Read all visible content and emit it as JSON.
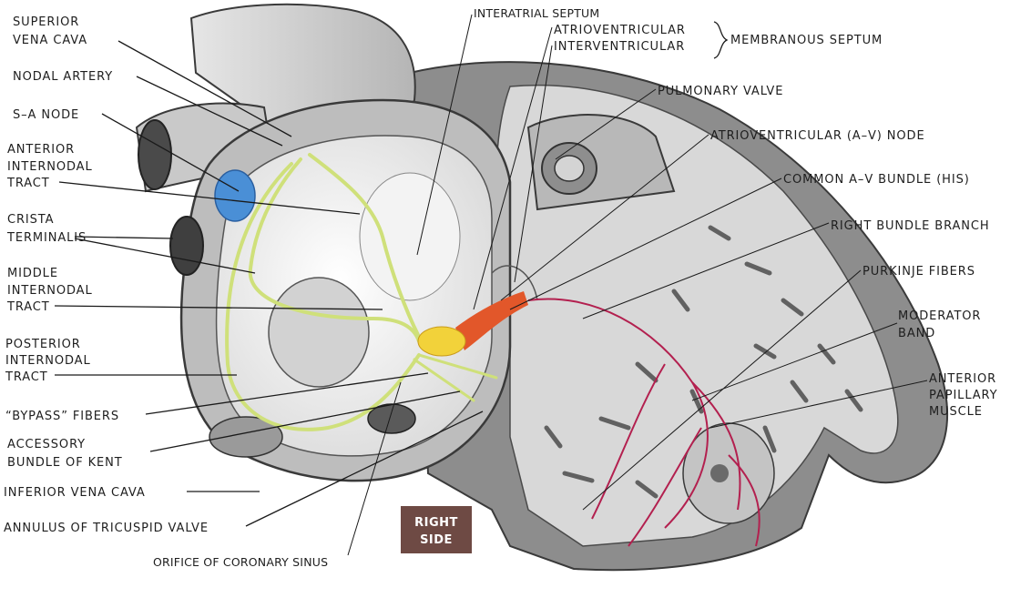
{
  "labels": {
    "svc1": "SUPERIOR",
    "svc2": "VENA CAVA",
    "nodal_artery": "NODAL ARTERY",
    "sa_node": "S–A NODE",
    "ant1": "ANTERIOR",
    "ant2": "INTERNODAL",
    "ant3": "TRACT",
    "crista1": "CRISTA",
    "crista2": "TERMINALIS",
    "mid1": "MIDDLE",
    "mid2": "INTERNODAL",
    "mid3": "TRACT",
    "post1": "POSTERIOR",
    "post2": "INTERNODAL",
    "post3": "TRACT",
    "bypass": "“BYPASS” FIBERS",
    "kent1": "ACCESSORY",
    "kent2": "BUNDLE OF KENT",
    "ivc": "INFERIOR VENA CAVA",
    "annulus": "ANNULUS OF TRICUSPID VALVE",
    "orifice": "ORIFICE OF CORONARY SINUS",
    "interatrial": "INTERATRIAL SEPTUM",
    "av_sep": "ATRIOVENTRICULAR",
    "iv_sep": "INTERVENTRICULAR",
    "membranous": "MEMBRANOUS SEPTUM",
    "pulmonary": "PULMONARY VALVE",
    "av_node": "ATRIOVENTRICULAR (A–V) NODE",
    "his": "COMMON A–V BUNDLE (HIS)",
    "rbb": "RIGHT BUNDLE BRANCH",
    "purkinje": "PURKINJE FIBERS",
    "moderator1": "MODERATOR",
    "moderator2": "BAND",
    "papillary1": "ANTERIOR",
    "papillary2": "PAPILLARY",
    "papillary3": "MUSCLE"
  },
  "badge": {
    "line1": "RIGHT",
    "line2": "SIDE"
  },
  "colors": {
    "sa_node": "#4a8fd6",
    "internodal_tracts": "#cfe07a",
    "av_node": "#f2d23a",
    "his_bundle": "#e2572a",
    "purkinje": "#b3204f",
    "badge_bg": "#6e4a44"
  }
}
